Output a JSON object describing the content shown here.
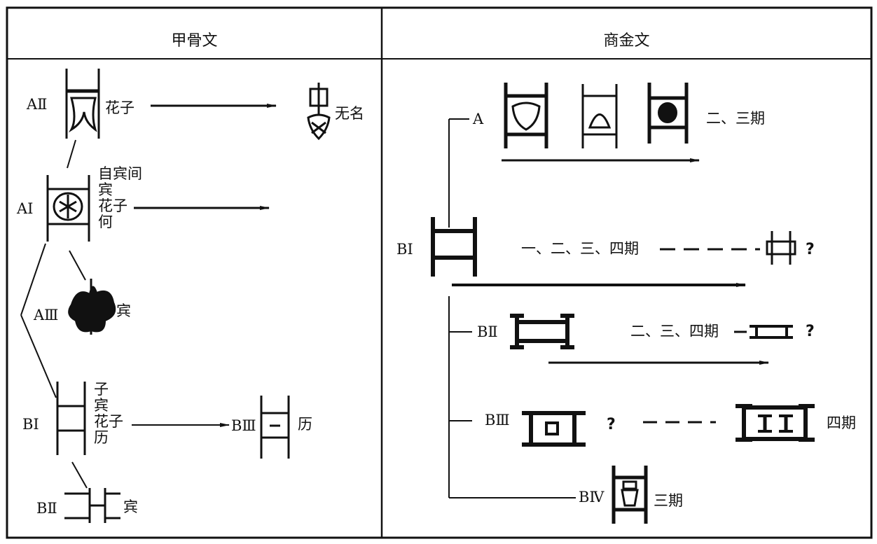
{
  "headers": {
    "oracle": "甲骨文",
    "bronze": "商金文"
  },
  "oracle": {
    "a2_code": "AⅡ",
    "a2_group": "花子",
    "a2_late_group": "无名",
    "a1_code": "AⅠ",
    "a1_groups": [
      "自宾间",
      "宾",
      "花子",
      "何"
    ],
    "a3_code": "AⅢ",
    "a3_group": "宾",
    "b1_code": "BⅠ",
    "b1_groups": [
      "子",
      "宾",
      "花子",
      "历"
    ],
    "b3_code": "BⅢ",
    "b3_group": "历",
    "b2_code": "BⅡ",
    "b2_group": "宾"
  },
  "bronze": {
    "a_code": "A",
    "a_period": "二、三期",
    "b1_code": "BⅠ",
    "b1_period": "一、二、三、四期",
    "b2_code": "BⅡ",
    "b2_period": "二、三、四期",
    "b3_code": "BⅢ",
    "b3_period": "四期",
    "b4_code": "BⅣ",
    "b4_period": "三期",
    "question_mark": "?"
  }
}
